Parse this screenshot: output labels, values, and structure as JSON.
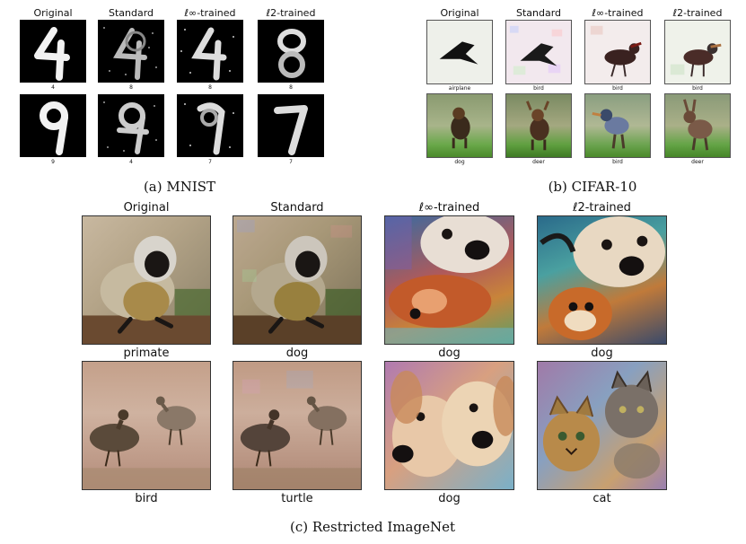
{
  "mnist": {
    "columns": [
      "Original",
      "Standard",
      "ℓ∞-trained",
      "ℓ2-trained"
    ],
    "rows": [
      {
        "labels": [
          "4",
          "8",
          "8",
          "8"
        ]
      },
      {
        "labels": [
          "9",
          "4",
          "7",
          "7"
        ]
      }
    ],
    "caption": "(a) MNIST"
  },
  "cifar": {
    "columns": [
      "Original",
      "Standard",
      "ℓ∞-trained",
      "ℓ2-trained"
    ],
    "rows": [
      {
        "labels": [
          "airplane",
          "bird",
          "bird",
          "bird"
        ]
      },
      {
        "labels": [
          "dog",
          "deer",
          "bird",
          "deer"
        ]
      }
    ],
    "caption": "(b) CIFAR-10"
  },
  "imagenet": {
    "columns": [
      "Original",
      "Standard",
      "ℓ∞-trained",
      "ℓ2-trained"
    ],
    "rows": [
      {
        "labels": [
          "primate",
          "dog",
          "dog",
          "dog"
        ]
      },
      {
        "labels": [
          "bird",
          "turtle",
          "dog",
          "cat"
        ]
      }
    ],
    "caption": "(c) Restricted ImageNet"
  }
}
